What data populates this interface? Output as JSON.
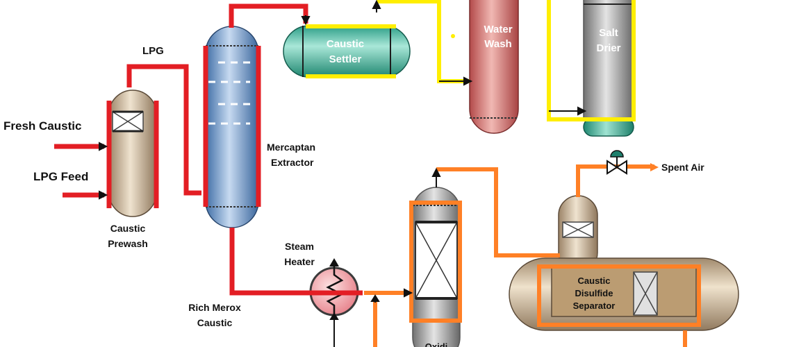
{
  "labels": {
    "fresh_caustic": "Fresh Caustic",
    "lpg_feed": "LPG Feed",
    "lpg": "LPG",
    "caustic_prewash_1": "Caustic",
    "caustic_prewash_2": "Prewash",
    "mercaptan_1": "Mercaptan",
    "mercaptan_2": "Extractor",
    "caustic_settler_1": "Caustic",
    "caustic_settler_2": "Settler",
    "water_wash_1": "Water",
    "water_wash_2": "Wash",
    "salt_drier_1": "Salt",
    "salt_drier_2": "Drier",
    "spent_air": "Spent Air",
    "steam_heater_1": "Steam",
    "steam_heater_2": "Heater",
    "rich_merox_1": "Rich Merox",
    "rich_merox_2": "Caustic",
    "separator_1": "Caustic",
    "separator_2": "Disulfide",
    "separator_3": "Separator",
    "oxidizer_partial": "Oxidi"
  },
  "colors": {
    "caustic_line": "#e31e24",
    "lpg_product_line": "#ffee00",
    "oxidizer_line": "#ff8026",
    "flow_arrow": "#111111"
  }
}
